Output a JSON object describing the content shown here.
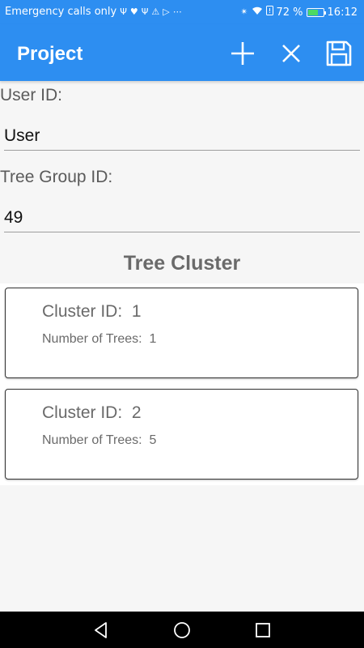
{
  "status_bar": {
    "carrier_text": "Emergency calls only",
    "battery_percent": "72 %",
    "battery_level": 0.72,
    "time": "16:12",
    "left_icons": [
      "usb-icon",
      "heart-icon",
      "usb-icon",
      "warning-icon",
      "play-store-icon",
      "more-icon"
    ],
    "right_icons": [
      "bluetooth-icon",
      "wifi-icon",
      "sim-alert-icon",
      "battery-icon"
    ]
  },
  "app_bar": {
    "title": "Project",
    "actions": [
      "add-icon",
      "close-icon",
      "save-icon"
    ]
  },
  "form": {
    "user_id_label": "User ID:",
    "user_id_value": "User",
    "tree_group_label": "Tree Group ID:",
    "tree_group_value": "49"
  },
  "clusters": {
    "title": "Tree Cluster",
    "items": [
      {
        "id_text": "Cluster ID:  1",
        "trees_text": "Number of Trees:  1"
      },
      {
        "id_text": "Cluster ID:  2",
        "trees_text": "Number of Trees:  5"
      }
    ]
  },
  "nav_bar": {
    "buttons": [
      "back-icon",
      "home-icon",
      "recent-apps-icon"
    ]
  },
  "colors": {
    "primary": "#2d8ef1",
    "background": "#f6f6f6",
    "card": "#ffffff",
    "text_muted": "#6a6a6a"
  }
}
